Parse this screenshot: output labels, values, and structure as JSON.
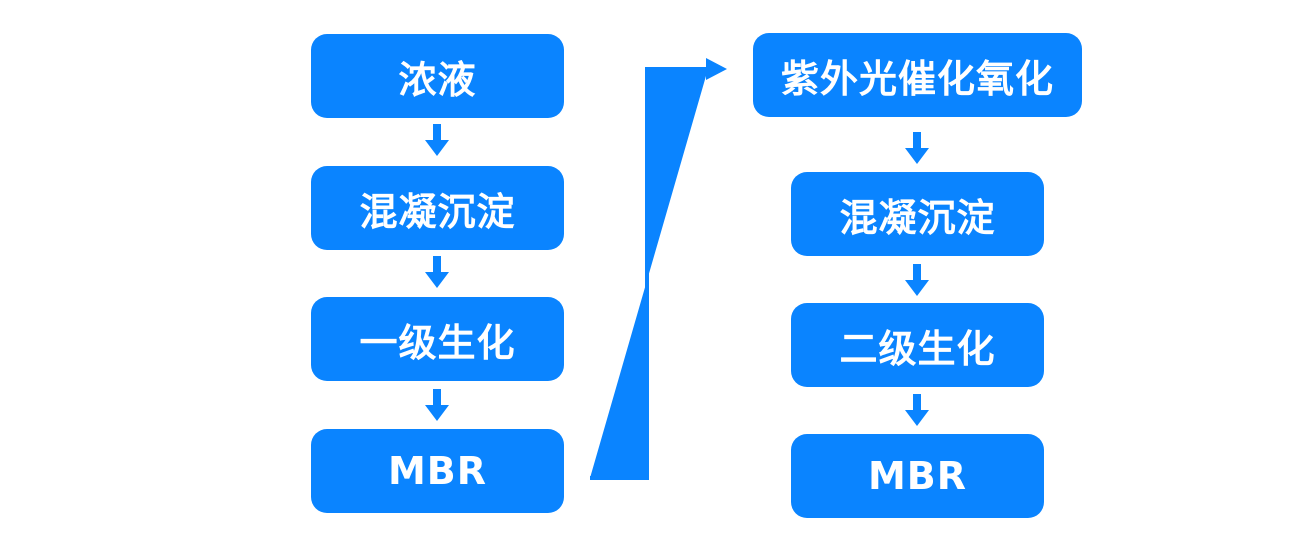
{
  "colors": {
    "node_fill": "#0a84ff",
    "arrow": "#0a84ff",
    "text": "#ffffff",
    "background": "#ffffff"
  },
  "left_column": {
    "steps": [
      "浓液",
      "混凝沉淀",
      "一级生化",
      "MBR"
    ]
  },
  "right_column": {
    "steps": [
      "紫外光催化氧化",
      "混凝沉淀",
      "二级生化",
      "MBR"
    ]
  }
}
